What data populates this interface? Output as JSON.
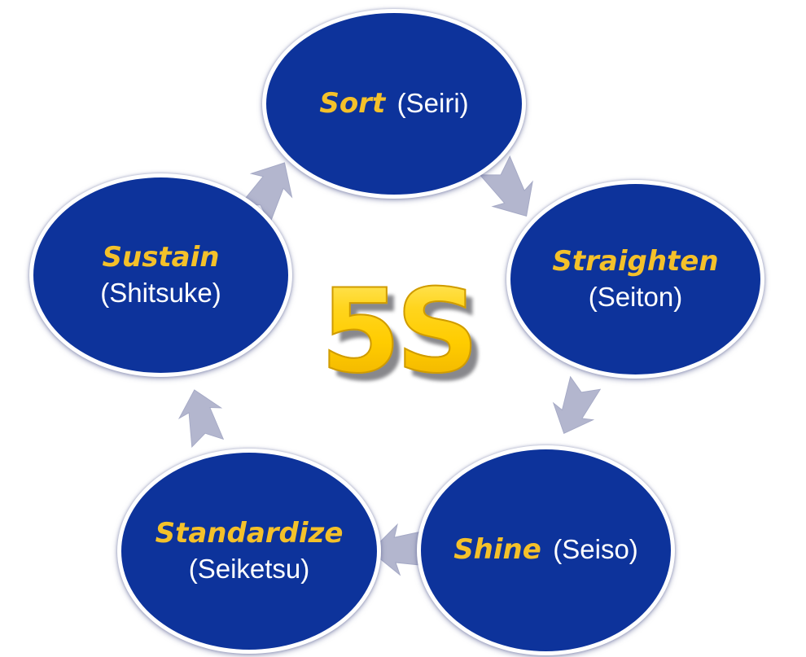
{
  "diagram": {
    "type": "cycle",
    "center_label": "5S",
    "nodes": [
      {
        "id": "sort",
        "term": "Sort",
        "japanese": "(Seiri)"
      },
      {
        "id": "straighten",
        "term": "Straighten",
        "japanese": "(Seiton)"
      },
      {
        "id": "shine",
        "term": "Shine",
        "japanese": "(Seiso)"
      },
      {
        "id": "standardize",
        "term": "Standardize",
        "japanese": "(Seiketsu)"
      },
      {
        "id": "sustain",
        "term": "Sustain",
        "japanese": "(Shitsuke)"
      }
    ],
    "arrows": [
      {
        "from": "sustain",
        "to": "sort"
      },
      {
        "from": "sort",
        "to": "straighten"
      },
      {
        "from": "straighten",
        "to": "shine"
      },
      {
        "from": "shine",
        "to": "standardize"
      },
      {
        "from": "standardize",
        "to": "sustain"
      }
    ],
    "colors": {
      "ellipse_fill": "#0D339B",
      "ellipse_border": "#FFFFFF",
      "term_text": "#F4C12A",
      "japanese_text": "#FFFFFF",
      "arrow_fill": "#B3B6CE",
      "center_gold": "#FFCC00",
      "center_shadow": "#88888C",
      "background": "#FFFFFF"
    }
  }
}
